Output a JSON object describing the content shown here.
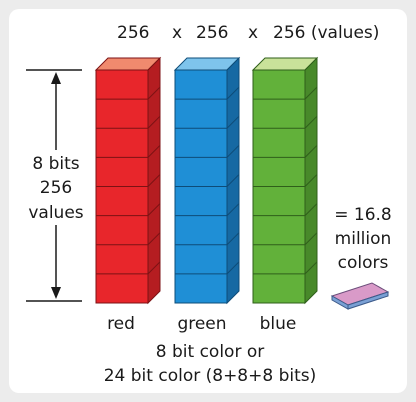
{
  "header": {
    "dim1": "256",
    "x1": "x",
    "dim2": "256",
    "x2": "x",
    "dim3": "256 (values)"
  },
  "scale": {
    "line1": "8 bits",
    "line2": "256",
    "line3": "values"
  },
  "cubes": [
    {
      "label": "red",
      "front": "#e8262b",
      "side": "#b51d21",
      "top": "#f08a6e",
      "line": "#7c1214"
    },
    {
      "label": "green",
      "front": "#1f8fd6",
      "side": "#1669a3",
      "top": "#7ec4ec",
      "line": "#0e4c78"
    },
    {
      "label": "blue",
      "front": "#62b13a",
      "side": "#48892a",
      "top": "#c9e29a",
      "line": "#2f5f1a"
    }
  ],
  "result": {
    "line1": "= 16.8",
    "line2": "million",
    "line3": "colors",
    "slab_top": "#d99ac8",
    "slab_side": "#7aa0d4"
  },
  "footer": {
    "line1": "8 bit color or",
    "line2": "24 bit color (8+8+8 bits)"
  },
  "layers": 8
}
